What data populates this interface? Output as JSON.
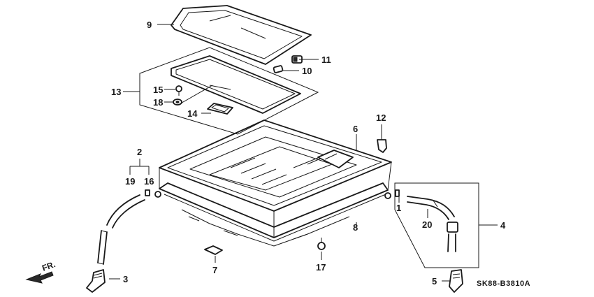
{
  "diagram": {
    "orientation_label": "FR.",
    "drawing_code": "SK88-B3810A",
    "callouts": [
      {
        "id": "1",
        "label": "1"
      },
      {
        "id": "2",
        "label": "2"
      },
      {
        "id": "3",
        "label": "3"
      },
      {
        "id": "4",
        "label": "4"
      },
      {
        "id": "5",
        "label": "5"
      },
      {
        "id": "6",
        "label": "6"
      },
      {
        "id": "7",
        "label": "7"
      },
      {
        "id": "8",
        "label": "8"
      },
      {
        "id": "9",
        "label": "9"
      },
      {
        "id": "10",
        "label": "10"
      },
      {
        "id": "11",
        "label": "11"
      },
      {
        "id": "12",
        "label": "12"
      },
      {
        "id": "13",
        "label": "13"
      },
      {
        "id": "14",
        "label": "14"
      },
      {
        "id": "15",
        "label": "15"
      },
      {
        "id": "16",
        "label": "16"
      },
      {
        "id": "17",
        "label": "17"
      },
      {
        "id": "18",
        "label": "18"
      },
      {
        "id": "19",
        "label": "19"
      },
      {
        "id": "20",
        "label": "20"
      }
    ]
  }
}
